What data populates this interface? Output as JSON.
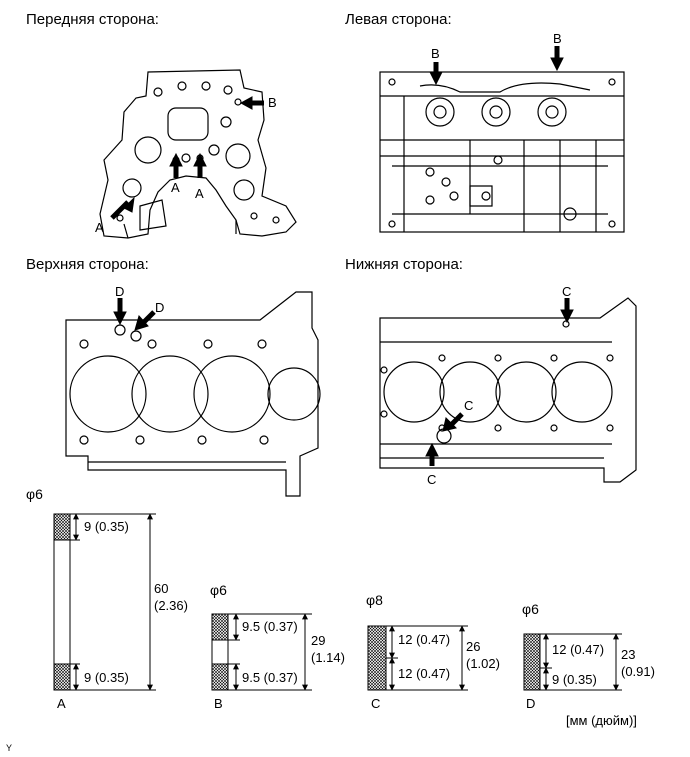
{
  "views": {
    "front": {
      "title": "Передняя сторона:",
      "labels": [
        "A",
        "A",
        "A",
        "B"
      ]
    },
    "left": {
      "title": "Левая сторона:",
      "labels": [
        "B",
        "B"
      ]
    },
    "top": {
      "title": "Верхняя сторона:",
      "labels": [
        "D",
        "D"
      ]
    },
    "bottom": {
      "title": "Нижняя сторона:",
      "labels": [
        "C",
        "C",
        "C"
      ]
    }
  },
  "pins": {
    "A": {
      "diameter": "φ6",
      "letter": "A",
      "top": "9 (0.35)",
      "bottom": "9 (0.35)",
      "total": "60",
      "total_in": "(2.36)"
    },
    "B": {
      "diameter": "φ6",
      "letter": "B",
      "top": "9.5 (0.37)",
      "bottom": "9.5 (0.37)",
      "total": "29",
      "total_in": "(1.14)"
    },
    "C": {
      "diameter": "φ8",
      "letter": "C",
      "top": "12 (0.47)",
      "bottom": "12 (0.47)",
      "total": "26",
      "total_in": "(1.02)"
    },
    "D": {
      "diameter": "φ6",
      "letter": "D",
      "top": "12 (0.47)",
      "bottom": "9 (0.35)",
      "total": "23",
      "total_in": "(0.91)"
    }
  },
  "units": "[мм (дюйм)]",
  "corner_mark": "Y"
}
